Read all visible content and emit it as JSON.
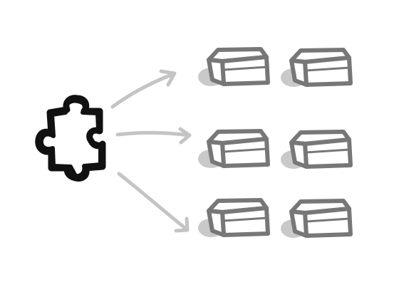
{
  "diagram": {
    "source": {
      "icon": "puzzle-piece-icon"
    },
    "targets": {
      "icon": "box-icon",
      "count": 6,
      "rows": 3,
      "columns": 2
    },
    "connectors": {
      "icon": "arrow-icon",
      "count": 3
    },
    "colors": {
      "background": "#ffffff",
      "puzzle_stroke": "#111111",
      "puzzle_fill": "#ffffff",
      "arrow_stroke": "#c4c4c4",
      "box_stroke": "#777777",
      "box_fill": "#ffffff",
      "box_shadow": "#c9c9c9"
    }
  }
}
